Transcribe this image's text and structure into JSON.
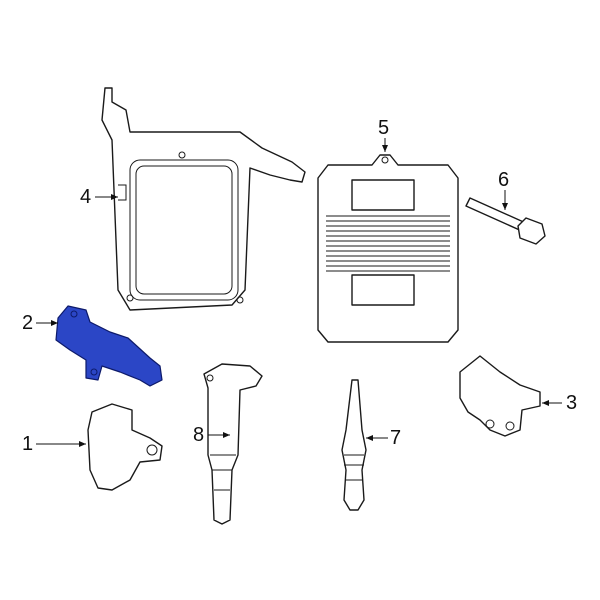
{
  "colors": {
    "highlight": "#2b46c6",
    "line": "#1a1a1a"
  },
  "callouts": [
    {
      "number": "1",
      "part": "sensor"
    },
    {
      "number": "2",
      "part": "sensor",
      "highlighted": true
    },
    {
      "number": "3",
      "part": "sensor"
    },
    {
      "number": "4",
      "part": "bracket"
    },
    {
      "number": "5",
      "part": "control-module"
    },
    {
      "number": "6",
      "part": "bolt"
    },
    {
      "number": "7",
      "part": "spark-plug"
    },
    {
      "number": "8",
      "part": "ignition-coil"
    }
  ]
}
